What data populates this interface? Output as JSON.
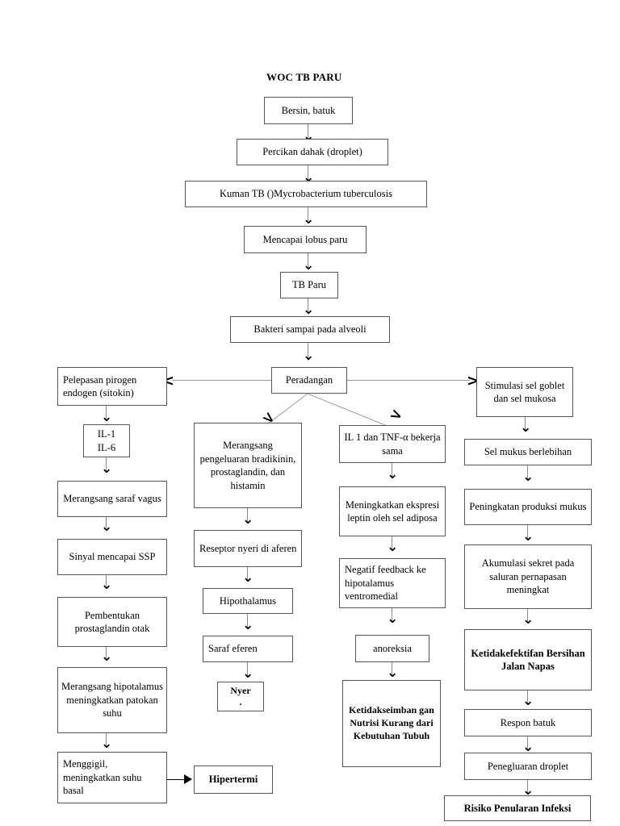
{
  "diagram": {
    "title": "WOC TB PARU",
    "type": "flowchart",
    "background": "#ffffff",
    "node_border_color": "#555555",
    "connector_color": "#9a9a9a",
    "arrowhead_color": "#000000",
    "nodes": [
      {
        "id": "n1",
        "label": "Bersin, batuk"
      },
      {
        "id": "n2",
        "label": "Percikan dahak (droplet)"
      },
      {
        "id": "n3",
        "label": "Kuman TB ()Mycrobacterium tuberculosis"
      },
      {
        "id": "n4",
        "label": "Mencapai lobus paru"
      },
      {
        "id": "n5",
        "label": "TB Paru"
      },
      {
        "id": "n6",
        "label": "Bakteri sampai pada alveoli"
      },
      {
        "id": "n7",
        "label": "Peradangan"
      },
      {
        "id": "L1",
        "label": "Pelepasan pirogen endogen (sitokin)"
      },
      {
        "id": "L2",
        "label": "IL-1\nIL-6"
      },
      {
        "id": "L3",
        "label": "Merangsang saraf vagus"
      },
      {
        "id": "L4",
        "label": "Sinyal mencapai SSP"
      },
      {
        "id": "L5",
        "label": "Pembentukan prostaglandin otak"
      },
      {
        "id": "L6",
        "label": "Merangsang hipotalamus meningkatkan patokan suhu"
      },
      {
        "id": "L7",
        "label": "Menggigil, meningkatkan suhu basal"
      },
      {
        "id": "L8",
        "label": "Hipertermi"
      },
      {
        "id": "M1",
        "label": "Merangsang pengeluaran bradikinin, prostaglandin, dan histamin"
      },
      {
        "id": "M2",
        "label": "Reseptor nyeri di aferen"
      },
      {
        "id": "M3",
        "label": "Hipothalamus"
      },
      {
        "id": "M4",
        "label": "Saraf eferen"
      },
      {
        "id": "M5",
        "label": "Nyer\n."
      },
      {
        "id": "C1",
        "label": "IL 1 dan TNF-α bekerja sama"
      },
      {
        "id": "C2",
        "label": "Meningkatkan ekspresi leptin oleh sel adiposa"
      },
      {
        "id": "C3",
        "label": "Negatif feedback ke hipotalamus ventromedial"
      },
      {
        "id": "C4",
        "label": "anoreksia"
      },
      {
        "id": "C5",
        "label": "Ketidakseimban gan Nutrisi Kurang dari Kebutuhan Tubuh"
      },
      {
        "id": "R1",
        "label": "Stimulasi sel goblet dan sel mukosa"
      },
      {
        "id": "R2",
        "label": "Sel mukus berlebihan"
      },
      {
        "id": "R3",
        "label": "Peningkatan produksi mukus"
      },
      {
        "id": "R4",
        "label": "Akumulasi sekret pada saluran pernapasan meningkat"
      },
      {
        "id": "R5",
        "label": "Ketidakefektifan Bersihan Jalan Napas"
      },
      {
        "id": "R6",
        "label": "Respon batuk"
      },
      {
        "id": "R7",
        "label": "Penegluaran droplet"
      },
      {
        "id": "R8",
        "label": "Risiko Penularan Infeksi"
      }
    ],
    "edges": [
      {
        "from": "n1",
        "to": "n2"
      },
      {
        "from": "n2",
        "to": "n3"
      },
      {
        "from": "n3",
        "to": "n4"
      },
      {
        "from": "n4",
        "to": "n5"
      },
      {
        "from": "n5",
        "to": "n6"
      },
      {
        "from": "n6",
        "to": "n7"
      },
      {
        "from": "n7",
        "to": "L1"
      },
      {
        "from": "n7",
        "to": "M1"
      },
      {
        "from": "n7",
        "to": "C1"
      },
      {
        "from": "n7",
        "to": "R1"
      },
      {
        "from": "L1",
        "to": "L2"
      },
      {
        "from": "L2",
        "to": "L3"
      },
      {
        "from": "L3",
        "to": "L4"
      },
      {
        "from": "L4",
        "to": "L5"
      },
      {
        "from": "L5",
        "to": "L6"
      },
      {
        "from": "L6",
        "to": "L7"
      },
      {
        "from": "L7",
        "to": "L8"
      },
      {
        "from": "M1",
        "to": "M2"
      },
      {
        "from": "M2",
        "to": "M3"
      },
      {
        "from": "M3",
        "to": "M4"
      },
      {
        "from": "M4",
        "to": "M5"
      },
      {
        "from": "C1",
        "to": "C2"
      },
      {
        "from": "C2",
        "to": "C3"
      },
      {
        "from": "C3",
        "to": "C4"
      },
      {
        "from": "C4",
        "to": "C5"
      },
      {
        "from": "R1",
        "to": "R2"
      },
      {
        "from": "R2",
        "to": "R3"
      },
      {
        "from": "R3",
        "to": "R4"
      },
      {
        "from": "R4",
        "to": "R5"
      },
      {
        "from": "R5",
        "to": "R6"
      },
      {
        "from": "R6",
        "to": "R7"
      },
      {
        "from": "R7",
        "to": "R8"
      }
    ]
  }
}
